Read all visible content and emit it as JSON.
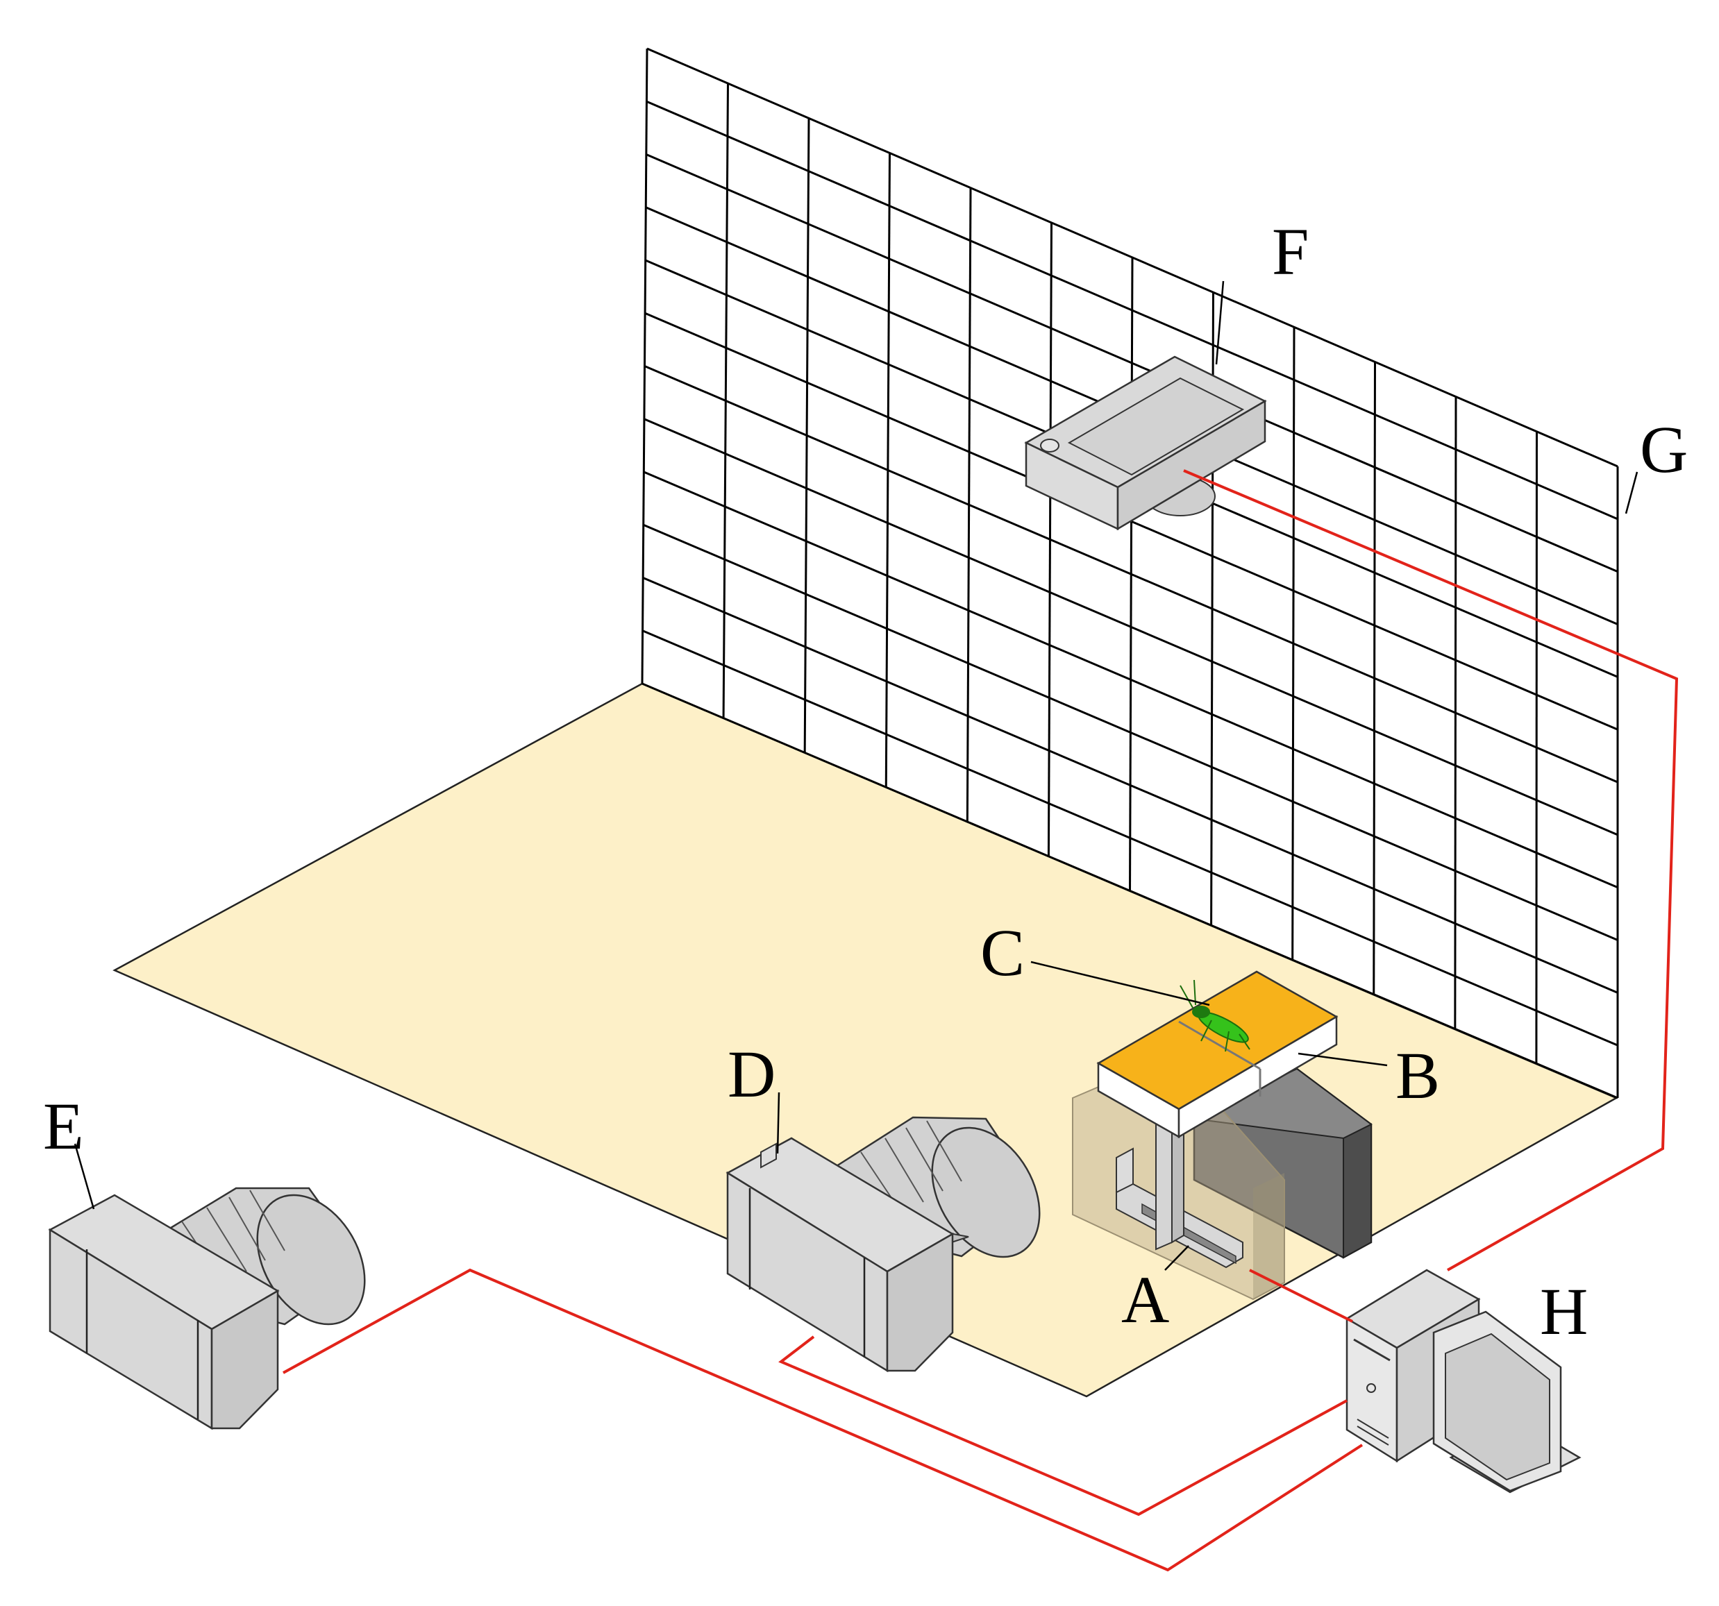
{
  "labels": {
    "A": "A",
    "B": "B",
    "C": "C",
    "D": "D",
    "E": "E",
    "F": "F",
    "G": "G",
    "H": "H"
  },
  "colors": {
    "floor": "#fdf0c8",
    "grid": "#000000",
    "cable": "#e2231a",
    "device_gray": "#d9d9d9",
    "platform_top": "#f7b21a",
    "insect": "#35c21b",
    "dark_block": "#6d6d6d"
  },
  "icons": {
    "D": "camera-icon",
    "E": "camera-icon",
    "F": "projector-icon",
    "H": "computer-icon"
  }
}
